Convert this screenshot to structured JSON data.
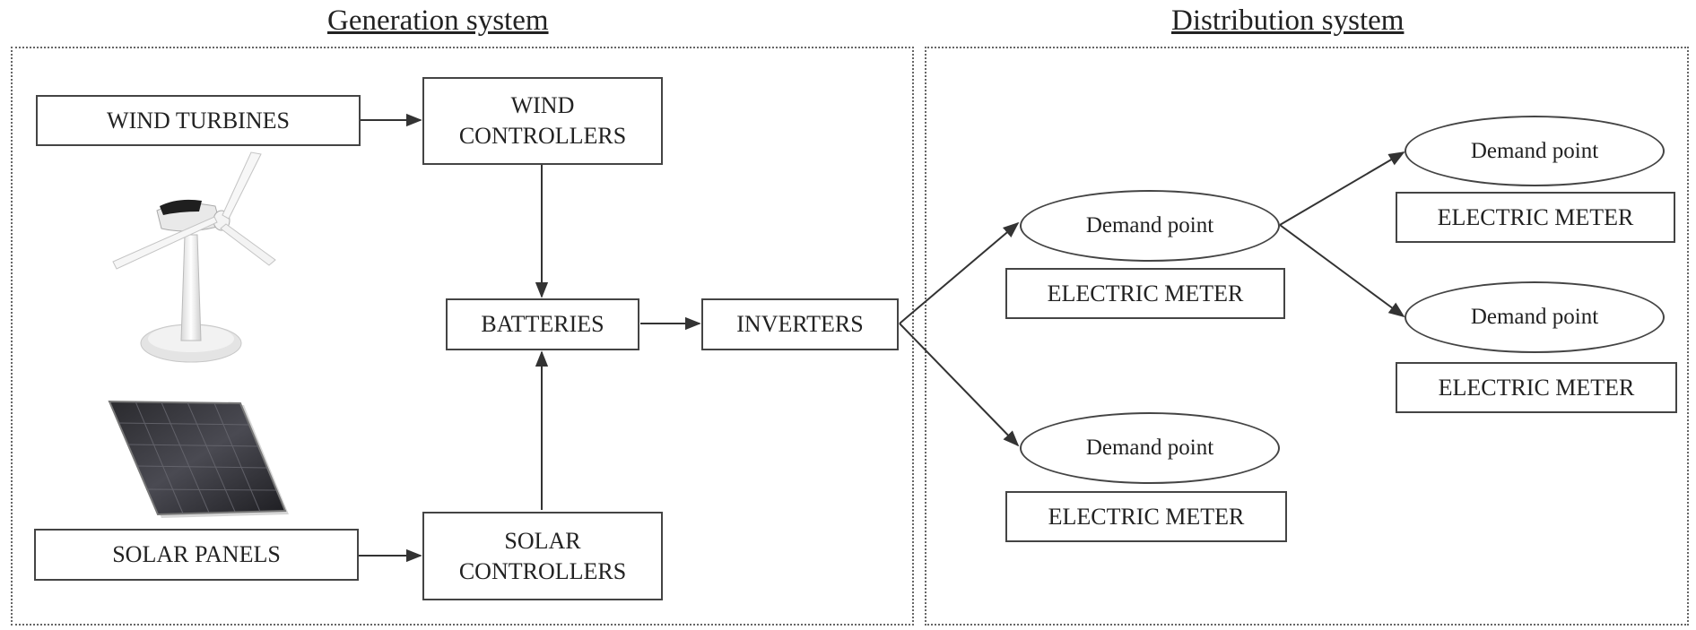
{
  "titles": {
    "generation": "Generation system",
    "distribution": "Distribution system"
  },
  "generation": {
    "wind_turbines": "WIND TURBINES",
    "wind_controllers": "WIND\nCONTROLLERS",
    "batteries": "BATTERIES",
    "inverters": "INVERTERS",
    "solar_panels": "SOLAR PANELS",
    "solar_controllers": "SOLAR\nCONTROLLERS"
  },
  "distribution": {
    "demand_point": "Demand point",
    "electric_meter": "ELECTRIC METER"
  },
  "icons": {
    "wind_turbine": "wind-turbine-icon",
    "solar_panel": "solar-panel-icon"
  }
}
